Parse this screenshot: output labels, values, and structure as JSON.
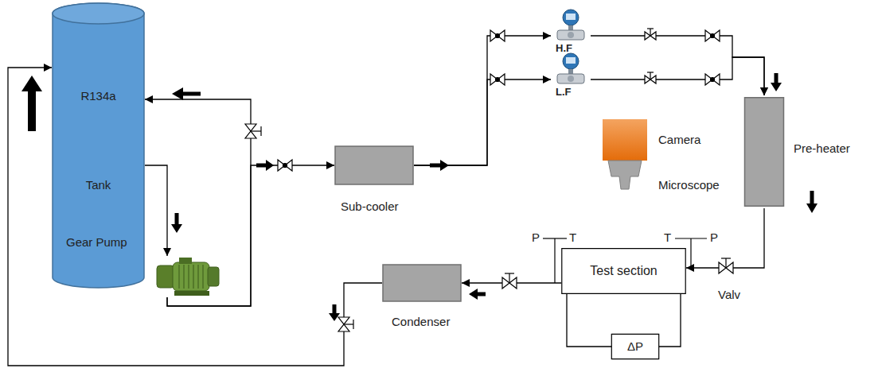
{
  "diagram": {
    "nodes": [
      {
        "text": [
          "R134a Tank"
        ]
      },
      {
        "text": [
          "Gear Pump"
        ]
      },
      {
        "text": [
          "Sub-cooler"
        ]
      },
      {
        "text": [
          "H.F"
        ]
      },
      {
        "text": [
          "L.F"
        ]
      },
      {
        "text": [
          "Camera"
        ]
      },
      {
        "text": [
          "Microscope"
        ]
      },
      {
        "text": [
          "Pre-heater"
        ]
      },
      {
        "text": [
          "Test section"
        ]
      },
      {
        "text": [
          "Condenser"
        ]
      },
      {
        "text": [
          "ΔP"
        ]
      }
    ],
    "edges": [
      {
        "from": 0,
        "to": 1,
        "arrow": "to"
      },
      {
        "from": 1,
        "to": 0,
        "arrow": "to"
      },
      {
        "from": 1,
        "to": 2,
        "arrow": "to"
      },
      {
        "from": 2,
        "to": 3,
        "arrow": "to"
      },
      {
        "from": 2,
        "to": 4,
        "arrow": "to"
      },
      {
        "from": 3,
        "to": 7,
        "arrow": "to"
      },
      {
        "from": 4,
        "to": 7,
        "arrow": "to"
      },
      {
        "from": 7,
        "to": 8,
        "arrow": "to"
      },
      {
        "from": 8,
        "to": 9,
        "arrow": "to"
      },
      {
        "from": 9,
        "to": 0,
        "arrow": "to"
      },
      {
        "from": 8,
        "to": 10,
        "arrow": "none"
      },
      {
        "from": 8,
        "to": 10,
        "arrow": "none"
      }
    ],
    "labels": [
      "P",
      "T",
      "T",
      "P",
      "Valv"
    ]
  }
}
